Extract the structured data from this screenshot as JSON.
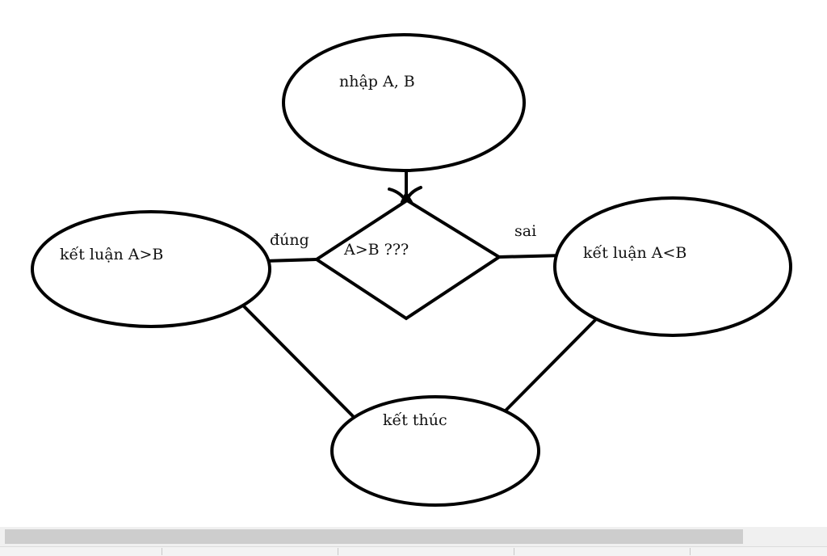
{
  "nodes": {
    "start": {
      "label": "nhập A, B"
    },
    "decision": {
      "label": "A>B ???"
    },
    "yes_result": {
      "label": "kết luận A>B"
    },
    "no_result": {
      "label": "kết luận A<B"
    },
    "end": {
      "label": "kết thúc"
    }
  },
  "edge_labels": {
    "yes": "đúng",
    "no": "sai"
  },
  "colors": {
    "stroke": "#000000",
    "background": "#ffffff",
    "scrollbar_thumb": "#cdcdcd"
  }
}
